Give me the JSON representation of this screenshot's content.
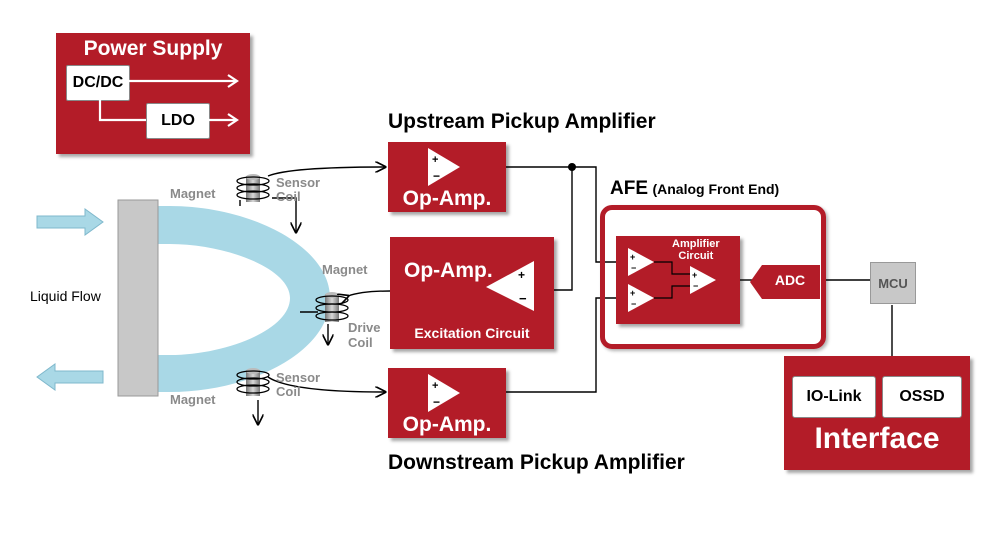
{
  "power_supply": {
    "title": "Power Supply",
    "dcdc": "DC/DC",
    "ldo": "LDO"
  },
  "upstream": {
    "title": "Upstream Pickup Amplifier",
    "amp_label": "Op-Amp."
  },
  "downstream": {
    "title": "Downstream Pickup Amplifier",
    "amp_label": "Op-Amp."
  },
  "excitation": {
    "amp_label": "Op-Amp.",
    "caption": "Excitation Circuit"
  },
  "afe": {
    "title": "AFE",
    "subtitle": "(Analog Front End)",
    "amp_circuit_line1": "Amplifier",
    "amp_circuit_line2": "Circuit",
    "adc": "ADC"
  },
  "mcu": "MCU",
  "interface": {
    "title": "Interface",
    "io_link": "IO-Link",
    "ossd": "OSSD"
  },
  "pipe": {
    "liquid_flow": "Liquid Flow",
    "magnet_top": "Magnet",
    "magnet_mid": "Magnet",
    "magnet_bottom": "Magnet",
    "sensor_coil_top_1": "Sensor",
    "sensor_coil_top_2": "Coil",
    "sensor_coil_bottom_1": "Sensor",
    "sensor_coil_bottom_2": "Coil",
    "drive_coil_1": "Drive",
    "drive_coil_2": "Coil"
  },
  "colors": {
    "block_red": "#b31c28",
    "pipe_blue": "#a9d8e6",
    "mcu_gray": "#c8c8c8"
  }
}
